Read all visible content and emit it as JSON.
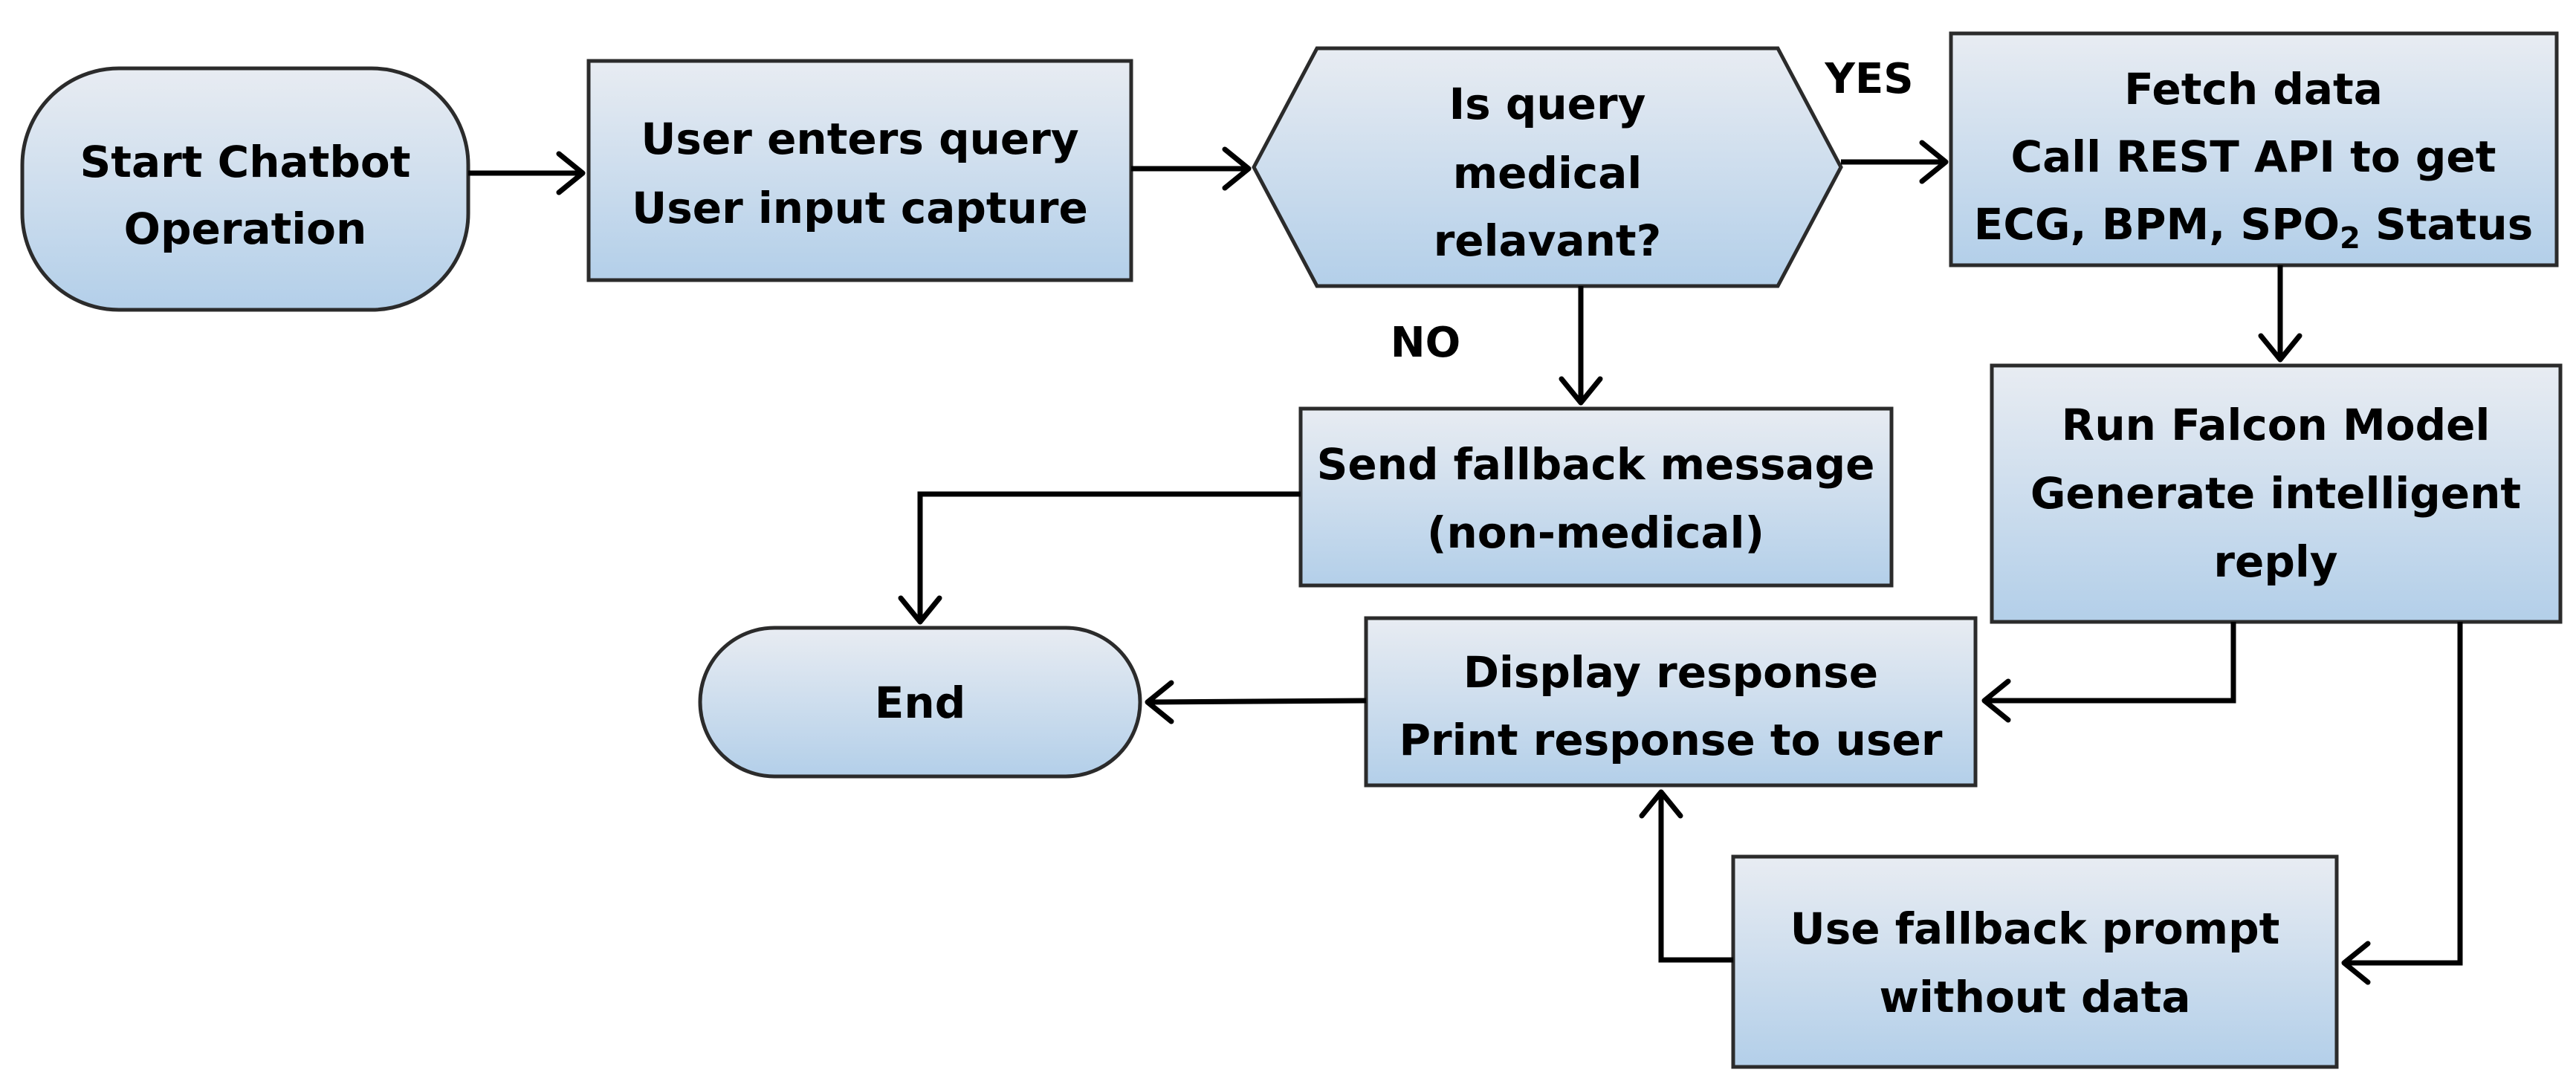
{
  "diagram": {
    "nodes": {
      "start": {
        "lines": [
          "Start Chatbot",
          "Operation"
        ]
      },
      "user_input": {
        "lines": [
          "User enters query",
          "User input capture"
        ]
      },
      "decision": {
        "lines": [
          "Is query",
          "medical",
          "relavant?"
        ]
      },
      "fetch": {
        "lines": [
          "Fetch data",
          "Call REST API to get"
        ],
        "line3": {
          "before": "ECG, BPM, SPO",
          "sub": "2",
          "after": " Status"
        }
      },
      "fallback_msg": {
        "lines": [
          "Send fallback message",
          "(non-medical)"
        ]
      },
      "falcon": {
        "lines": [
          "Run Falcon Model",
          "Generate intelligent",
          "reply"
        ]
      },
      "end": {
        "lines": [
          "End"
        ]
      },
      "display": {
        "lines": [
          "Display response",
          "Print response to user"
        ]
      },
      "fallback_prompt": {
        "lines": [
          "Use fallback prompt",
          "without data"
        ]
      }
    },
    "edge_labels": {
      "yes": "YES",
      "no": "NO"
    },
    "colors": {
      "fill_top": "#e8ecf2",
      "fill_bottom": "#b3cfe9",
      "stroke": "#2b2b2b",
      "arrow": "#000000"
    }
  }
}
